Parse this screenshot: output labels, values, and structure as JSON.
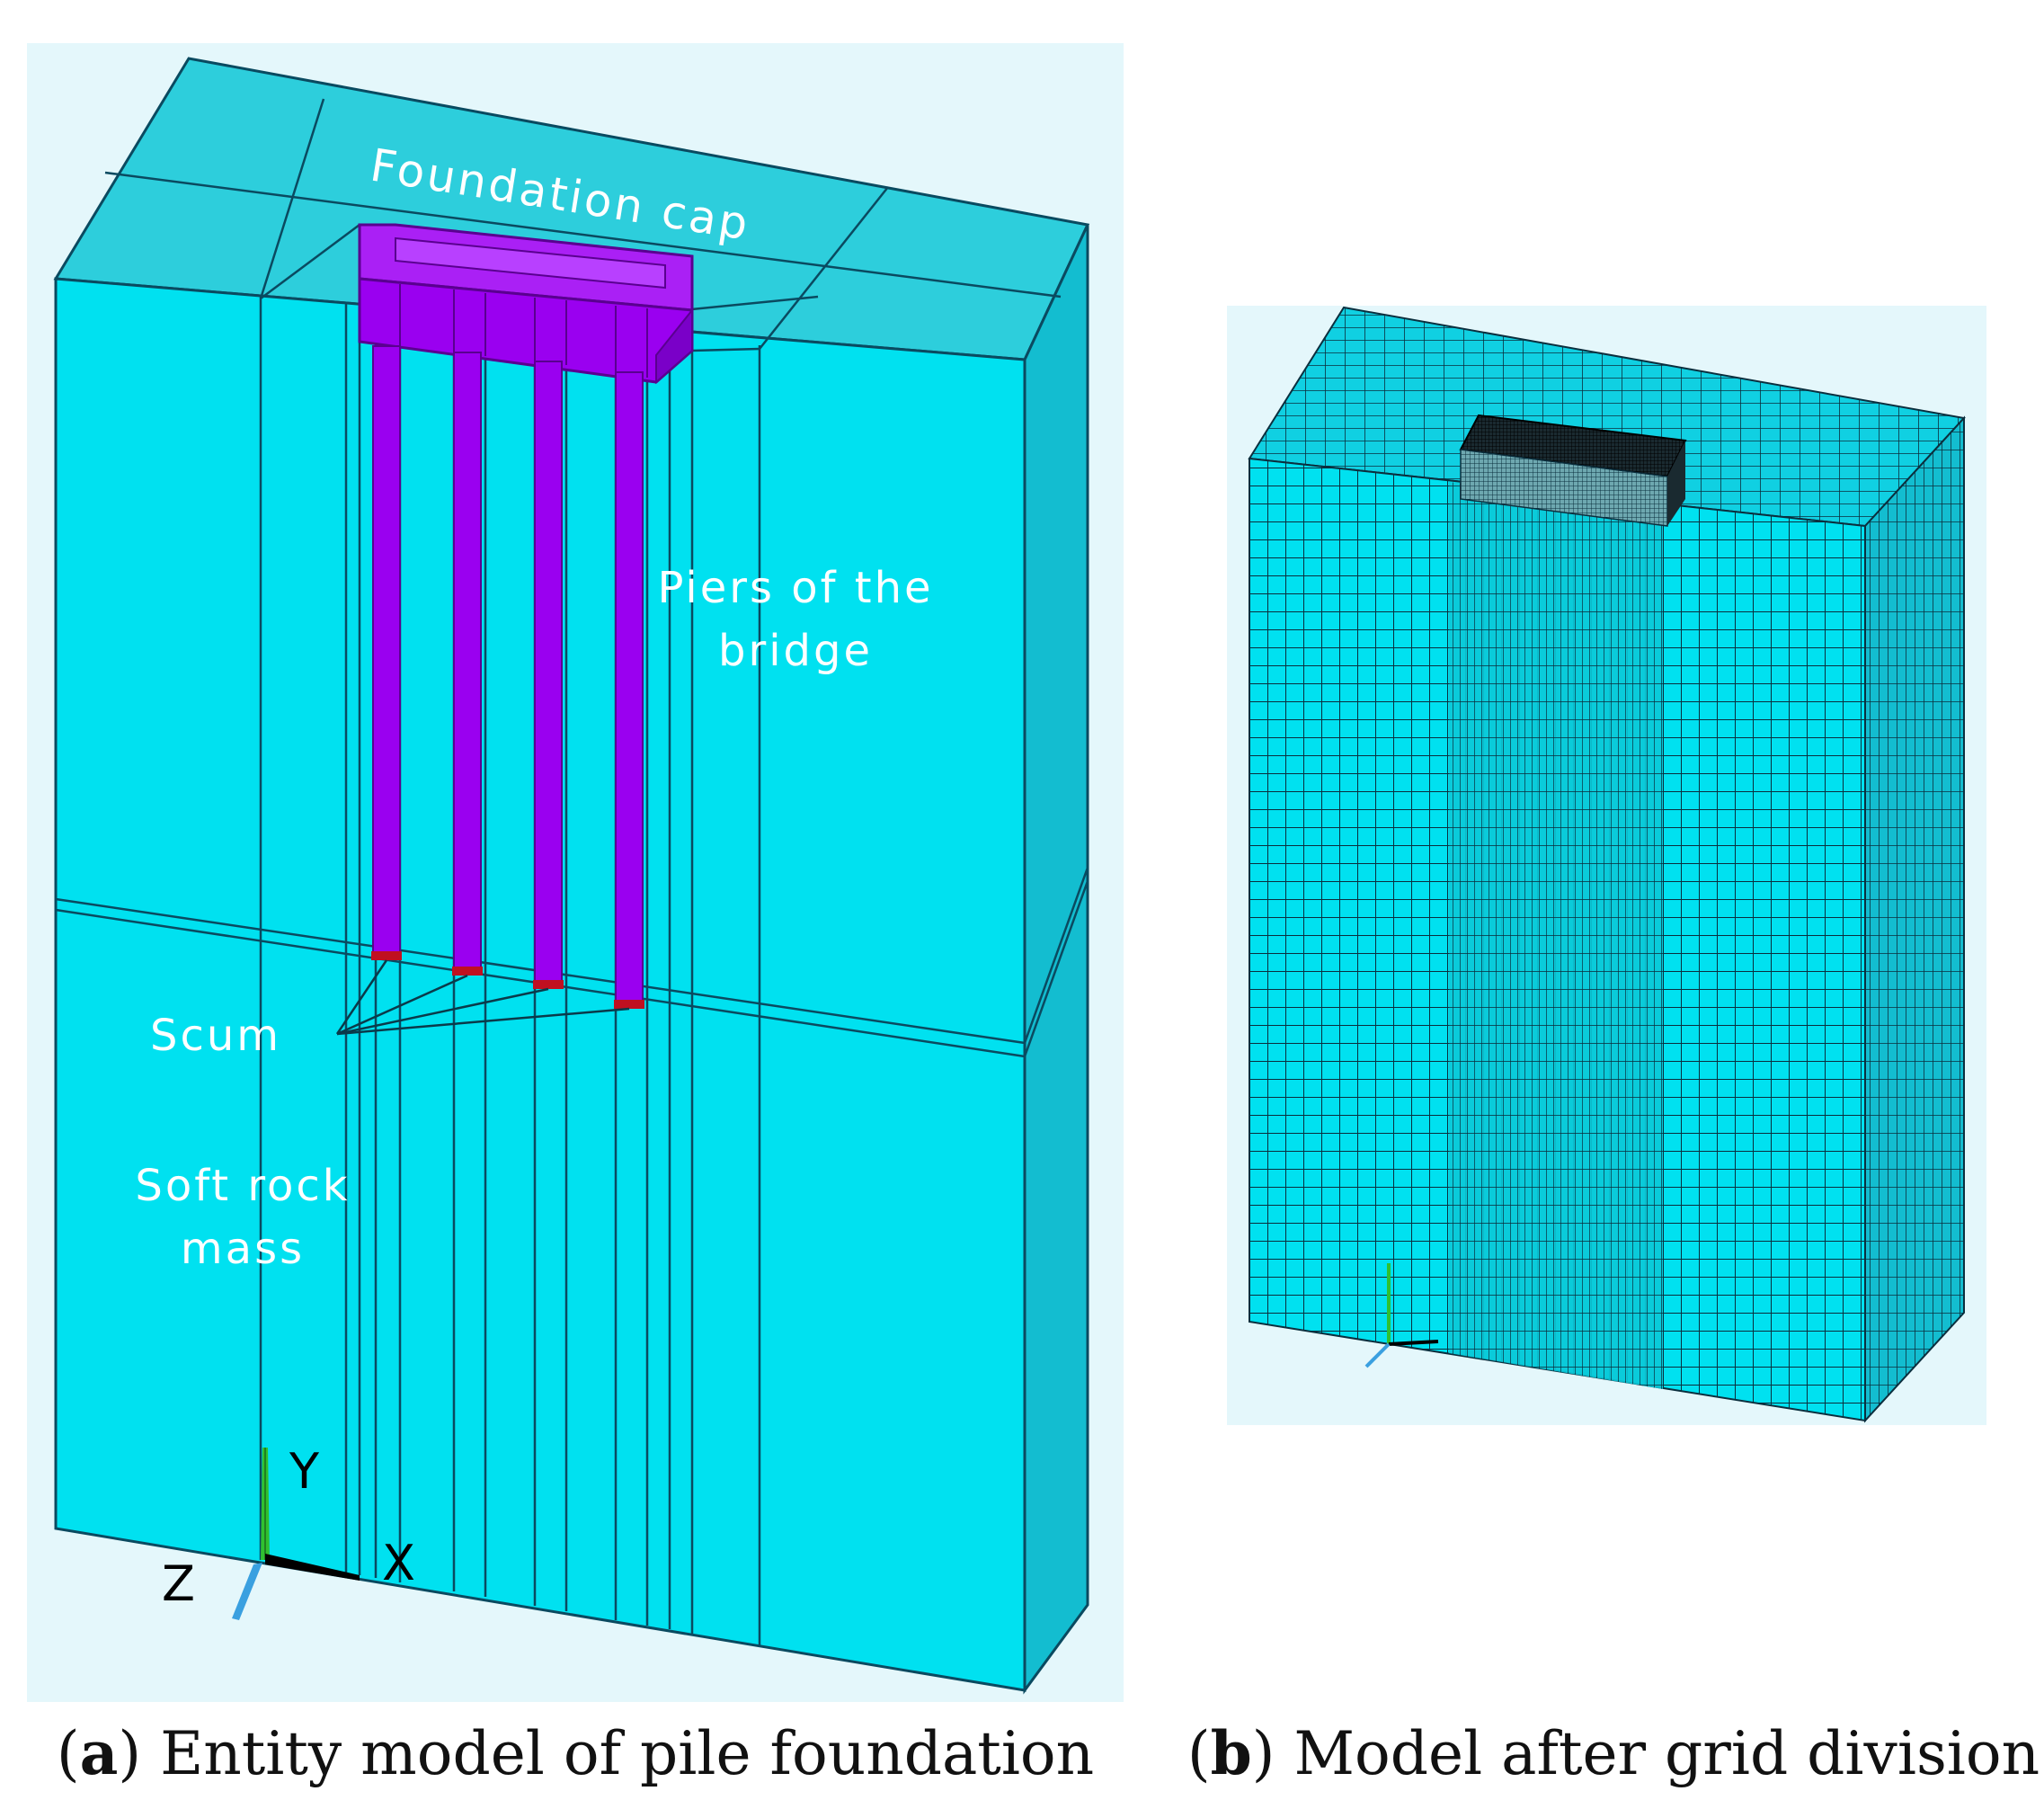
{
  "panel_a": {
    "labels": {
      "foundation_cap": "Foundation cap",
      "piers_line1": "Piers of the",
      "piers_line2": "bridge",
      "scum": "Scum",
      "soft_rock_line1": "Soft rock",
      "soft_rock_line2": "mass"
    },
    "axes": {
      "y": "Y",
      "x": "X",
      "z": "Z"
    },
    "caption": {
      "letter": "a",
      "text": "Entity model of pile foundation"
    }
  },
  "panel_b": {
    "caption": {
      "letter": "b",
      "text": "Model after grid division"
    }
  },
  "colors": {
    "background": "#ffffff",
    "panel_bg": "#e4f7fb",
    "soil_front": "#00e1f0",
    "soil_top": "#2dcedc",
    "soil_side": "#13bdd0",
    "pile": "#9a00f0",
    "pile_dark": "#7a00c8",
    "scum": "#c01020",
    "edge": "#0a4a60",
    "mesh_line": "#0b2f3e"
  }
}
